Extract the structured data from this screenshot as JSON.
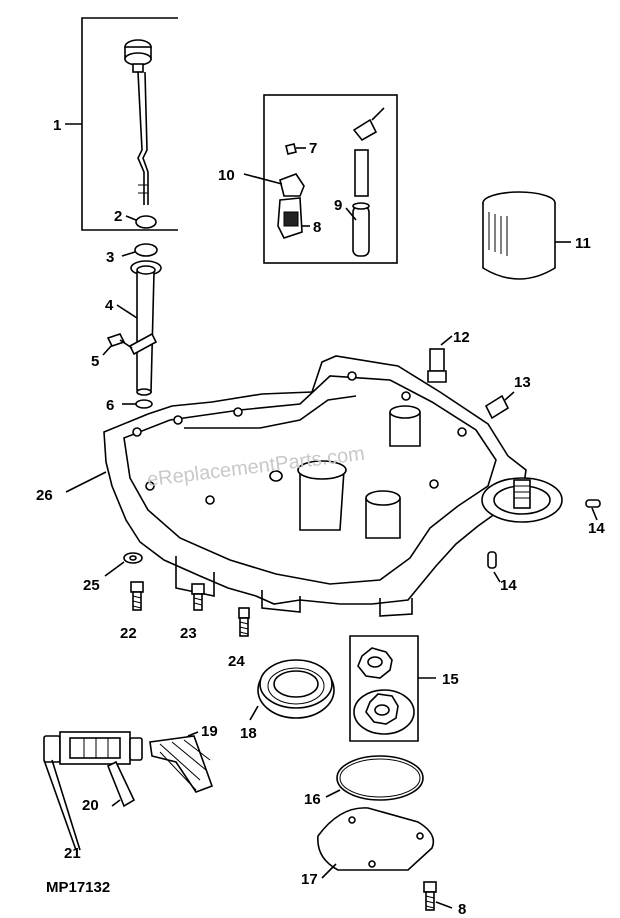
{
  "diagram": {
    "reference_code": "MP17132",
    "watermark": "eReplacementParts.com",
    "callouts": [
      "1",
      "2",
      "3",
      "4",
      "5",
      "6",
      "7",
      "8",
      "9",
      "10",
      "11",
      "12",
      "13",
      "14",
      "14",
      "15",
      "16",
      "17",
      "18",
      "19",
      "20",
      "21",
      "22",
      "23",
      "24",
      "25",
      "26",
      "8"
    ]
  }
}
